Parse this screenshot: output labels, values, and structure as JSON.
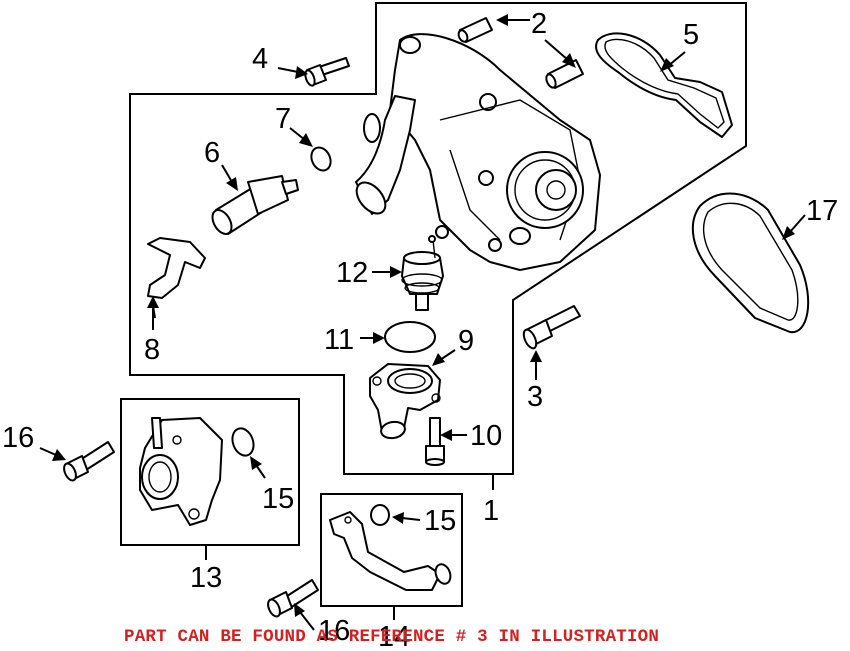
{
  "callouts": {
    "n1": "1",
    "n2": "2",
    "n3": "3",
    "n4": "4",
    "n5": "5",
    "n6": "6",
    "n7": "7",
    "n8": "8",
    "n9": "9",
    "n10": "10",
    "n11": "11",
    "n12": "12",
    "n13": "13",
    "n14": "14",
    "n15": "15",
    "n16": "16",
    "n17": "17"
  },
  "note": {
    "text": "PART CAN BE FOUND AS REFERENCE # 3 IN ILLUSTRATION",
    "color": "#d42020"
  }
}
